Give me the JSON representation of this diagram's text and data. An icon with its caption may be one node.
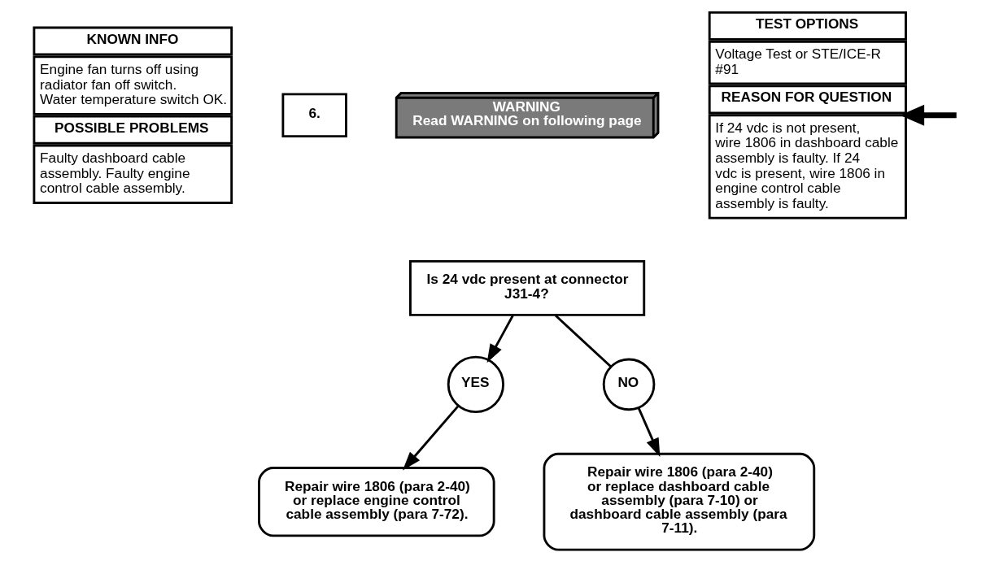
{
  "diagram": {
    "nodes": [
      {
        "text": [
          "KNOWN INFO",
          "Engine fan turns off using radiator fan off switch. Water temperature switch OK.",
          "POSSIBLE PROBLEMS",
          "Faulty dashboard cable assembly. Faulty engine control cable assembly."
        ]
      },
      {
        "text": [
          "WARNING",
          "Read WARNING on following page"
        ]
      },
      {
        "text": [
          "6."
        ]
      },
      {
        "text": [
          "Is 24 vdc present at connector J31-4?"
        ]
      },
      {
        "text": [
          "TEST OPTIONS",
          "Voltage Test or STE/ICE-R #91",
          "REASON FOR QUESTION",
          "If 24 vdc is not present, wire 1806 in dashboard cable assembly is faulty. If 24 vdc is present, wire 1806 in engine control cable assembly is faulty."
        ]
      },
      {
        "text": [
          "YES"
        ]
      },
      {
        "text": [
          "NO"
        ]
      },
      {
        "text": [
          "Repair wire 1806 (para 2-40) or replace dashboard cable assembly (para 7-10) or dashboard cable assembly (para 7-11)."
        ]
      },
      {
        "text": [
          "Repair wire 1806 (para 2-40) or replace engine control cable assembly (para 7-72)."
        ]
      }
    ],
    "edges": [
      {
        "from": 3,
        "to": 5,
        "arrow": "to"
      },
      {
        "from": 3,
        "to": 6,
        "arrow": "none"
      },
      {
        "from": 6,
        "to": 7,
        "arrow": "to"
      },
      {
        "from": 5,
        "to": 8,
        "arrow": "to"
      },
      {
        "from": null,
        "to": 4,
        "arrow": "to",
        "style": "thick"
      }
    ]
  }
}
